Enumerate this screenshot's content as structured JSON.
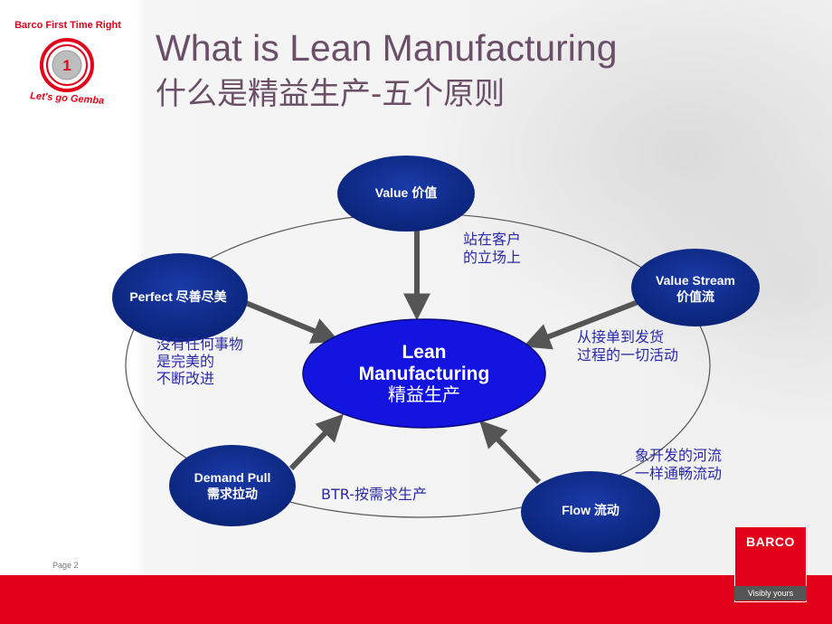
{
  "brand": {
    "slogan": "Barco First Time Right",
    "logo_number": "1",
    "tagline": "Let's go Gemba"
  },
  "title": {
    "english": "What is Lean Manufacturing",
    "chinese": "什么是精益生产-五个原则"
  },
  "diagram": {
    "center": {
      "line1": "Lean",
      "line2": "Manufacturing",
      "line3": "精益生产"
    },
    "nodes": {
      "value": "Value 价值",
      "value_stream_1": "Value Stream",
      "value_stream_2": "价值流",
      "flow": "Flow  流动",
      "demand_pull_1": "Demand Pull",
      "demand_pull_2": "需求拉动",
      "perfect": "Perfect  尽善尽美"
    },
    "notes": {
      "value_1": "站在客户",
      "value_2": "的立场上",
      "stream_1": "从接单到发货",
      "stream_2": "过程的一切活动",
      "flow_1": "象开发的河流",
      "flow_2": "一样通畅流动",
      "pull": "BTR-按需求生产",
      "perfect_1": "没有任何事物",
      "perfect_2": "是完美的",
      "perfect_3": "不断改进"
    },
    "colors": {
      "node_fill": "#0b2a8c",
      "center_fill": "#1a1ae6",
      "arrow": "#555555"
    }
  },
  "footer": {
    "page": "Page 2",
    "company": "BARCO",
    "company_tagline": "Visibly yours"
  }
}
